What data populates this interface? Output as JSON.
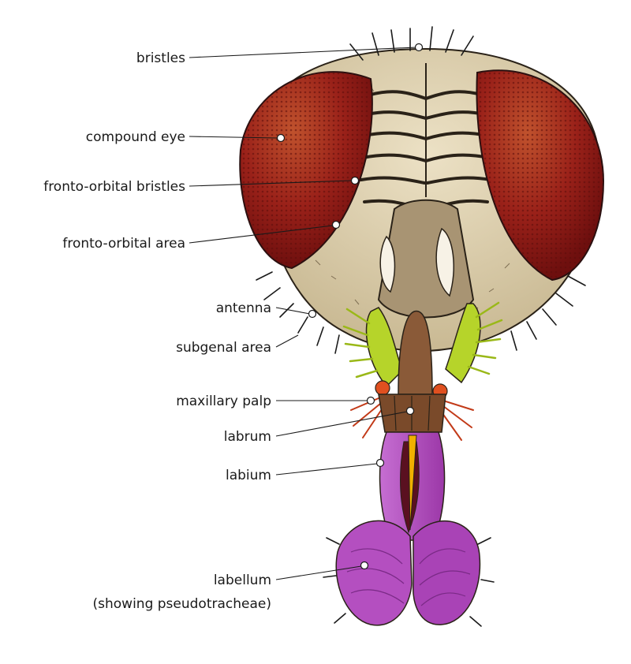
{
  "labels": {
    "bristles": "bristles",
    "compound_eye": "compound eye",
    "fronto_orbital_bristles": "fronto-orbital bristles",
    "fronto_orbital_area": "fronto-orbital area",
    "antenna": "antenna",
    "subgenal_area": "subgenal area",
    "maxillary_palp": "maxillary palp",
    "labrum": "labrum",
    "labium": "labium",
    "labellum_line1": "labellum",
    "labellum_line2": "(showing pseudotracheae)"
  },
  "colors": {
    "eye": "#8b1a16",
    "head": "#d9ccaa",
    "antenna": "#b6d42a",
    "labrum": "#7a4a2a",
    "labium": "#b44fc0",
    "palp": "#e05020"
  }
}
